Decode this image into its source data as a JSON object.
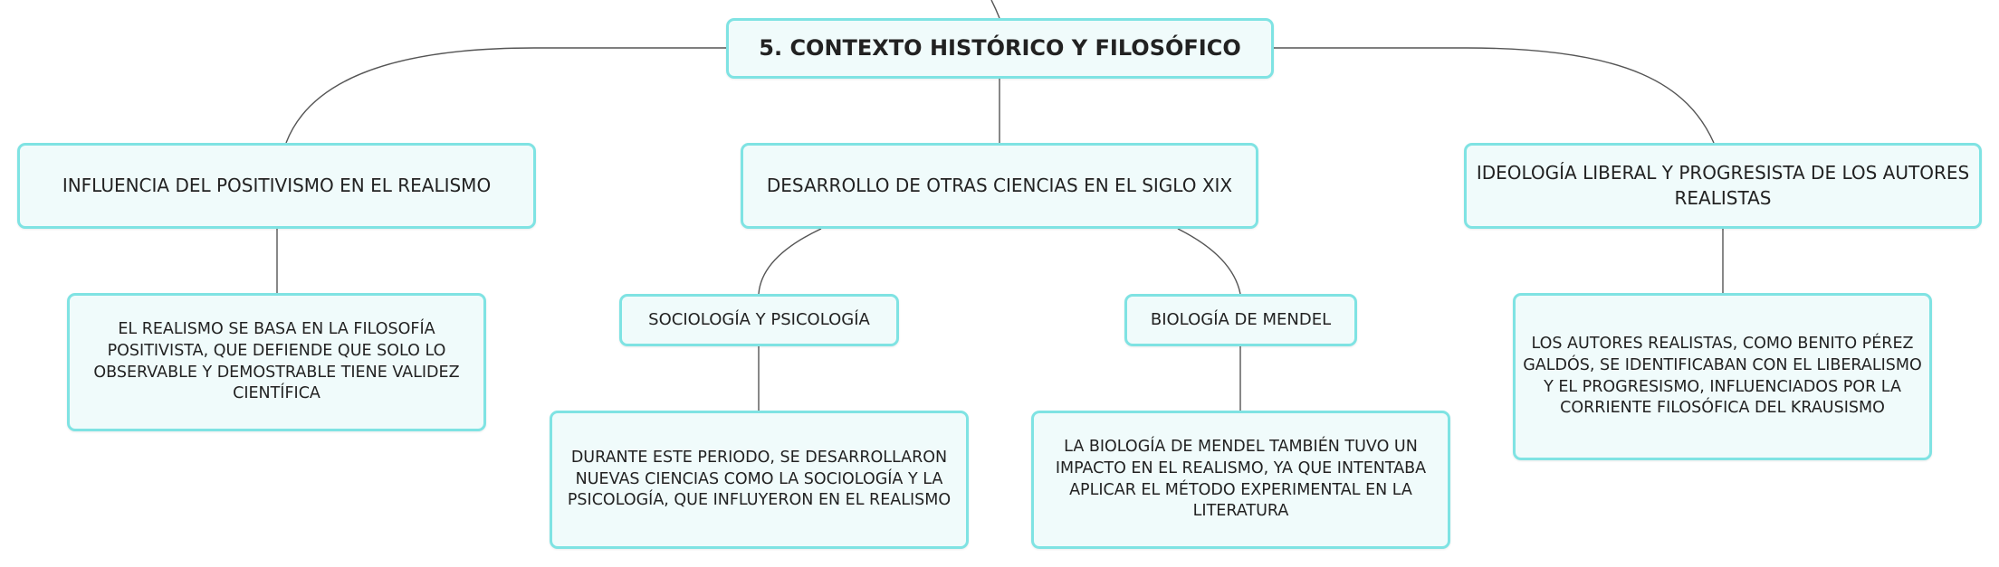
{
  "root": {
    "label": "5. CONTEXTO HISTÓRICO Y FILOSÓFICO"
  },
  "branches": [
    {
      "label": "INFLUENCIA DEL POSITIVISMO EN EL REALISMO",
      "children": [
        {
          "label": "EL REALISMO SE BASA EN LA FILOSOFÍA POSITIVISTA, QUE DEFIENDE QUE SOLO LO OBSERVABLE Y DEMOSTRABLE TIENE VALIDEZ CIENTÍFICA"
        }
      ]
    },
    {
      "label": "DESARROLLO DE OTRAS CIENCIAS EN EL SIGLO XIX",
      "children": [
        {
          "label": "SOCIOLOGÍA Y PSICOLOGÍA",
          "detail": "DURANTE ESTE PERIODO, SE DESARROLLARON NUEVAS CIENCIAS COMO LA SOCIOLOGÍA Y LA PSICOLOGÍA, QUE INFLUYERON EN EL REALISMO"
        },
        {
          "label": "BIOLOGÍA DE MENDEL",
          "detail": "LA BIOLOGÍA DE MENDEL TAMBIÉN TUVO UN IMPACTO EN EL REALISMO, YA QUE INTENTABA APLICAR EL MÉTODO EXPERIMENTAL EN LA LITERATURA"
        }
      ]
    },
    {
      "label": "IDEOLOGÍA LIBERAL Y PROGRESISTA DE LOS AUTORES REALISTAS",
      "children": [
        {
          "label": "LOS AUTORES REALISTAS, COMO BENITO PÉREZ GALDÓS, SE IDENTIFICABAN CON EL LIBERALISMO Y EL PROGRESISMO, INFLUENCIADOS POR LA CORRIENTE FILOSÓFICA DEL KRAUSISMO"
        }
      ]
    }
  ]
}
